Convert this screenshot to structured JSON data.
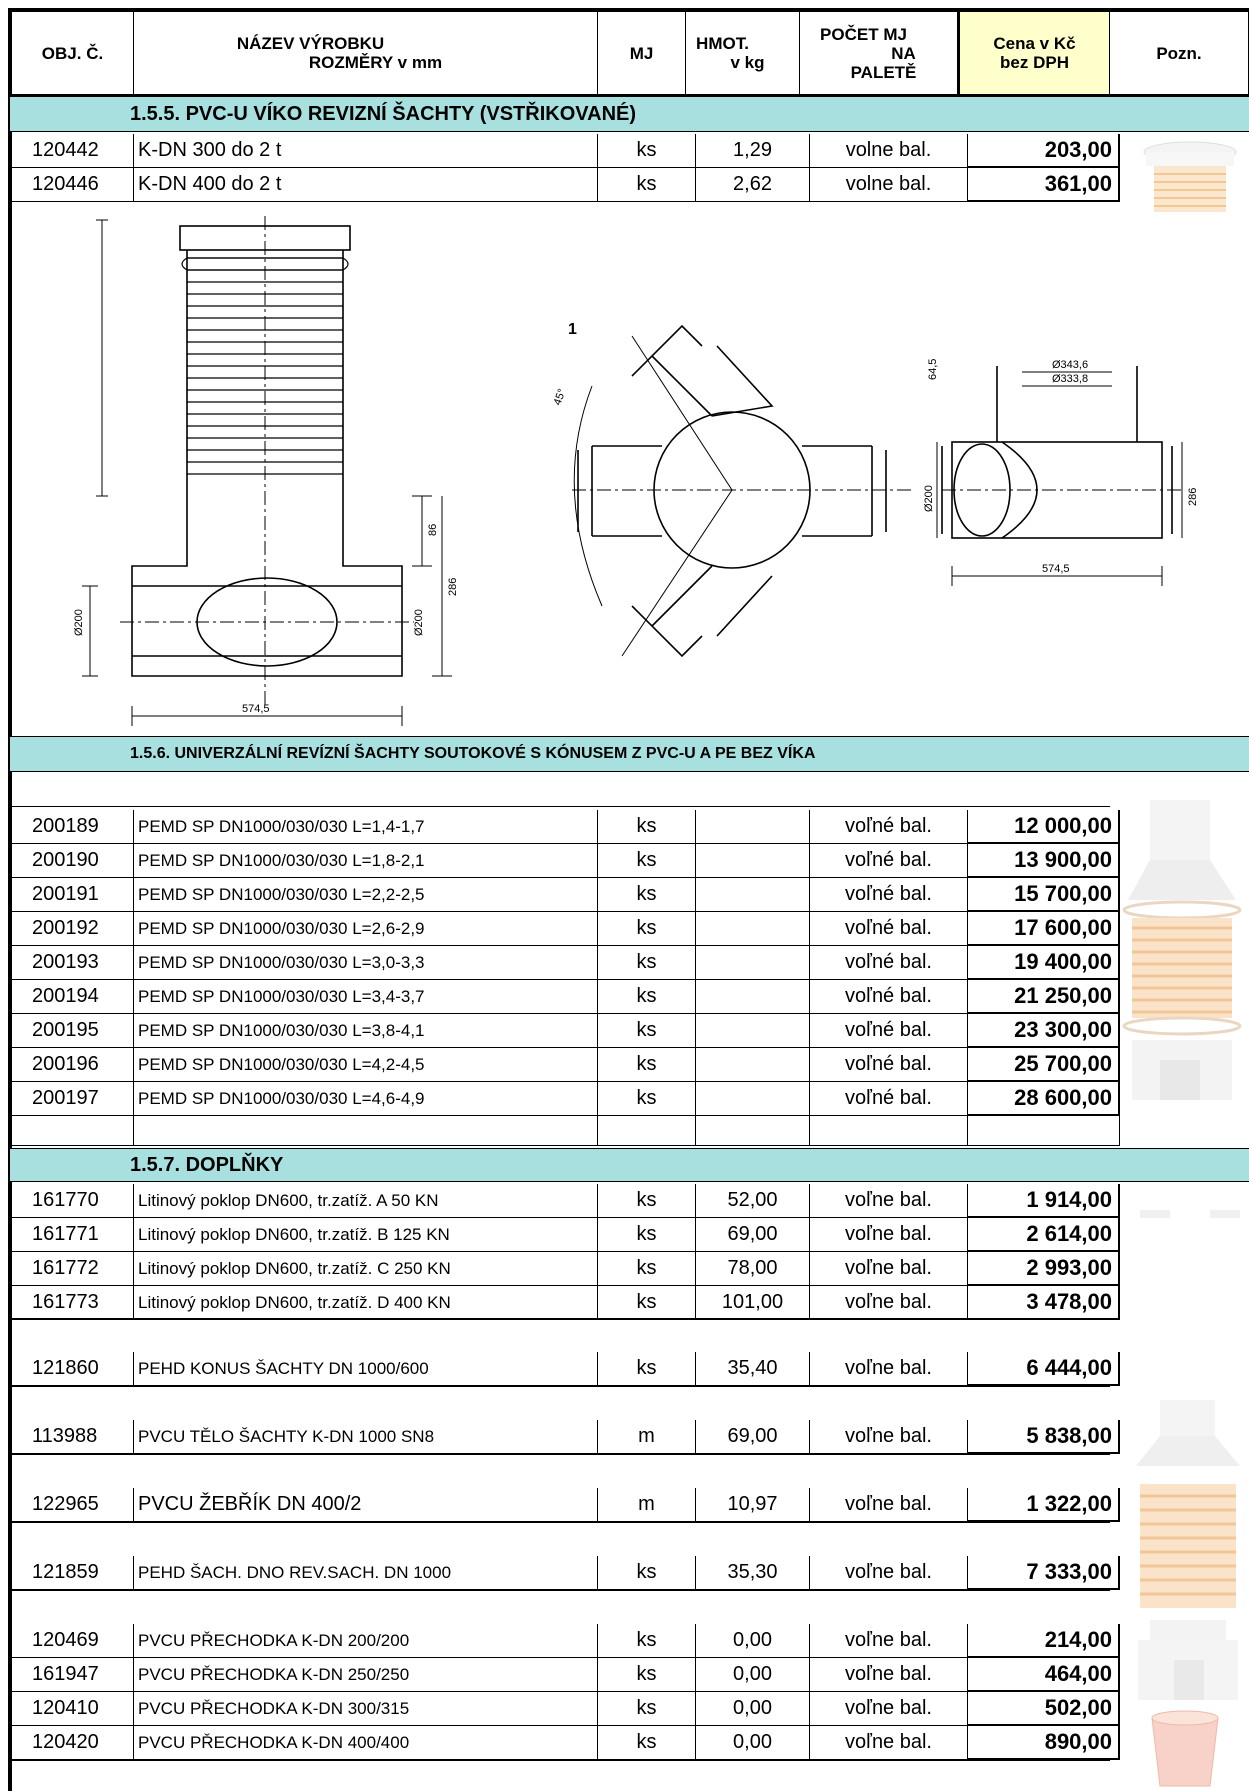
{
  "header": {
    "code": "OBJ. Č.",
    "name_l1": "NÁZEV VÝROBKU",
    "name_l2": "ROZMĚRY v mm",
    "unit": "MJ",
    "weight_l1": "HMOT.",
    "weight_l2": "v kg",
    "pack_l1": "POČET MJ",
    "pack_l2": "NA",
    "pack_l3": "PALETĚ",
    "price_l1": "Cena v Kč",
    "price_l2": "bez DPH",
    "note": "Pozn."
  },
  "sections": {
    "s155": "1.5.5. PVC-U VÍKO REVIZNÍ ŠACHTY (VSTŘIKOVANÉ)",
    "s156": "1.5.6. UNIVERZÁLNÍ REVÍZNÍ ŠACHTY SOUTOKOVÉ S KÓNUSEM Z PVC-U A PE BEZ VÍKA",
    "s157": "1.5.7. DOPLŇKY"
  },
  "rows155": [
    {
      "code": "120442",
      "name": "K-DN 300 do 2 t",
      "unit": "ks",
      "weight": "1,29",
      "pack": "volne bal.",
      "price": "203,00"
    },
    {
      "code": "120446",
      "name": "K-DN 400 do 2 t",
      "unit": "ks",
      "weight": "2,62",
      "pack": "volne bal.",
      "price": "361,00"
    }
  ],
  "rows156": [
    {
      "code": "200189",
      "name": "PEMD SP  DN1000/030/030 L=1,4-1,7",
      "unit": "ks",
      "weight": "",
      "pack": "voľné bal.",
      "price": "12 000,00"
    },
    {
      "code": "200190",
      "name": "PEMD SP  DN1000/030/030 L=1,8-2,1",
      "unit": "ks",
      "weight": "",
      "pack": "voľné bal.",
      "price": "13 900,00"
    },
    {
      "code": "200191",
      "name": "PEMD SP  DN1000/030/030 L=2,2-2,5",
      "unit": "ks",
      "weight": "",
      "pack": "voľné bal.",
      "price": "15 700,00"
    },
    {
      "code": "200192",
      "name": "PEMD SP  DN1000/030/030 L=2,6-2,9",
      "unit": "ks",
      "weight": "",
      "pack": "voľné bal.",
      "price": "17 600,00"
    },
    {
      "code": "200193",
      "name": "PEMD SP  DN1000/030/030 L=3,0-3,3",
      "unit": "ks",
      "weight": "",
      "pack": "voľné bal.",
      "price": "19 400,00"
    },
    {
      "code": "200194",
      "name": "PEMD SP  DN1000/030/030 L=3,4-3,7",
      "unit": "ks",
      "weight": "",
      "pack": "voľné bal.",
      "price": "21 250,00"
    },
    {
      "code": "200195",
      "name": "PEMD SP  DN1000/030/030 L=3,8-4,1",
      "unit": "ks",
      "weight": "",
      "pack": "voľné bal.",
      "price": "23 300,00"
    },
    {
      "code": "200196",
      "name": "PEMD SP  DN1000/030/030 L=4,2-4,5",
      "unit": "ks",
      "weight": "",
      "pack": "voľné bal.",
      "price": "25 700,00"
    },
    {
      "code": "200197",
      "name": "PEMD SP  DN1000/030/030 L=4,6-4,9",
      "unit": "ks",
      "weight": "",
      "pack": "voľné bal.",
      "price": "28 600,00"
    }
  ],
  "rows157a": [
    {
      "code": "161770",
      "name": "Litinový poklop DN600, tr.zatíž. A 50 KN",
      "unit": "ks",
      "weight": "52,00",
      "pack": "voľne bal.",
      "price": "1 914,00"
    },
    {
      "code": "161771",
      "name": "Litinový poklop DN600, tr.zatíž. B 125 KN",
      "unit": "ks",
      "weight": "69,00",
      "pack": "voľne bal.",
      "price": "2 614,00"
    },
    {
      "code": "161772",
      "name": "Litinový poklop DN600, tr.zatíž. C 250 KN",
      "unit": "ks",
      "weight": "78,00",
      "pack": "voľne bal.",
      "price": "2 993,00"
    },
    {
      "code": "161773",
      "name": "Litinový poklop DN600, tr.zatíž. D 400 KN",
      "unit": "ks",
      "weight": "101,00",
      "pack": "voľne bal.",
      "price": "3 478,00"
    }
  ],
  "row121860": {
    "code": "121860",
    "name": "PEHD KONUS ŠACHTY DN 1000/600",
    "unit": "ks",
    "weight": "35,40",
    "pack": "voľne bal.",
    "price": "6 444,00"
  },
  "row113988": {
    "code": "113988",
    "name": "PVCU TĚLO ŠACHTY K-DN 1000 SN8",
    "unit": "m",
    "weight": "69,00",
    "pack": "voľne bal.",
    "price": "5 838,00"
  },
  "row122965": {
    "code": "122965",
    "name": "PVCU ŽEBŘÍK DN 400/2",
    "unit": "m",
    "weight": "10,97",
    "pack": "voľne bal.",
    "price": "1 322,00"
  },
  "row121859": {
    "code": "121859",
    "name": "PEHD ŠACH. DNO REV.SACH. DN 1000",
    "unit": "ks",
    "weight": "35,30",
    "pack": "voľne bal.",
    "price": "7 333,00"
  },
  "rows157b": [
    {
      "code": "120469",
      "name": "PVCU PŘECHODKA K-DN 200/200",
      "unit": "ks",
      "weight": "0,00",
      "pack": "voľne bal.",
      "price": "214,00"
    },
    {
      "code": "161947",
      "name": "PVCU PŘECHODKA K-DN 250/250",
      "unit": "ks",
      "weight": "0,00",
      "pack": "voľne bal.",
      "price": "464,00"
    },
    {
      "code": "120410",
      "name": "PVCU PŘECHODKA K-DN 300/315",
      "unit": "ks",
      "weight": "0,00",
      "pack": "voľne bal.",
      "price": "502,00"
    },
    {
      "code": "120420",
      "name": "PVCU PŘECHODKA K-DN 400/400",
      "unit": "ks",
      "weight": "0,00",
      "pack": "voľne bal.",
      "price": "890,00"
    }
  ],
  "drawing": {
    "d1": "Ø200",
    "d2": "Ø200",
    "len": "574,5",
    "h1": "86",
    "h2": "286",
    "label1": "1",
    "a45": "45°",
    "d343": "Ø343,6",
    "d333": "Ø333,8",
    "h645": "64,5",
    "d200b": "Ø200",
    "h286b": "286",
    "len2": "574,5"
  }
}
